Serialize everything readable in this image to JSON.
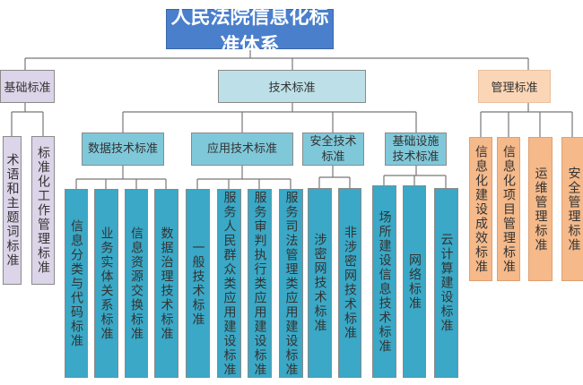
{
  "title": "人民法院信息化标准体系",
  "level1": {
    "basic": "基础标准",
    "tech": "技术标准",
    "mgmt": "管理标准"
  },
  "basic_children": [
    "术语和主题词标准",
    "标准化工作管理标准"
  ],
  "tech_children": [
    "数据技术标准",
    "应用技术标准",
    "安全技术标准",
    "基础设施技术标准"
  ],
  "data_children": [
    "信息分类与代码标准",
    "业务实体关系标准",
    "信息资源交换标准",
    "数据治理技术标准"
  ],
  "app_children": [
    "一般技术标准",
    "服务人民群众类应用建设标准",
    "服务审判执行类应用建设标准",
    "服务司法管理类应用建设标准"
  ],
  "security_children": [
    "涉密网技术标准",
    "非涉密网技术标准"
  ],
  "infra_children": [
    "场所建设信息技术标准",
    "网络标准",
    "云计算建设标准"
  ],
  "mgmt_children": [
    "信息化建设成效标准",
    "信息化项目管理标准",
    "运维管理标准",
    "安全管理标准"
  ]
}
